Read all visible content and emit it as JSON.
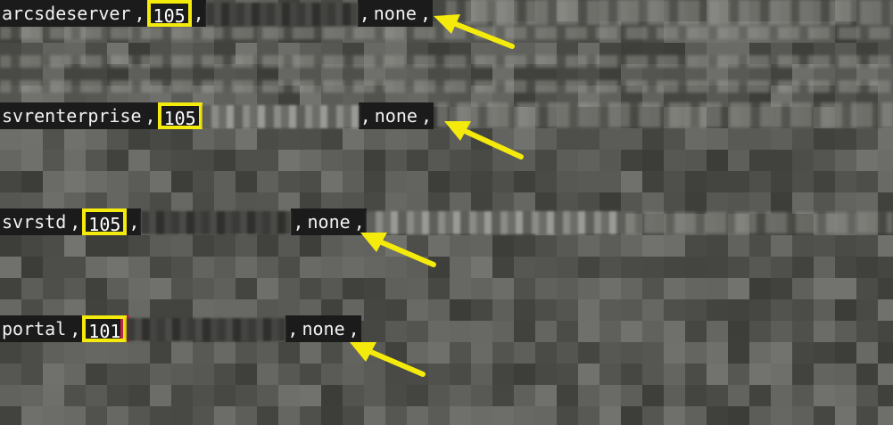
{
  "lines": [
    {
      "name": "arcsdeserver",
      "sep1": ",",
      "port": "105",
      "sep2": ",",
      "sep3": ",",
      "flag": "none",
      "tail": ","
    },
    {
      "name": "svrenterprise",
      "sep1": ",",
      "port": "105",
      "sep2": "",
      "sep3": ",",
      "flag": "none",
      "tail": ","
    },
    {
      "name": "svrstd",
      "sep1": ",",
      "port": "105",
      "sep2": ",",
      "sep3": ",",
      "flag": "none",
      "tail": ","
    },
    {
      "name": "portal",
      "sep1": ",",
      "port": "101",
      "sep2": "",
      "sep3": ",",
      "flag": "none",
      "tail": ","
    }
  ],
  "colors": {
    "highlight": "#f4ea0c",
    "arrow": "#f4ea0c",
    "text": "#f2f2f2",
    "text_bg": "#1b1b1b"
  },
  "icons": [
    "arrow-icon"
  ]
}
